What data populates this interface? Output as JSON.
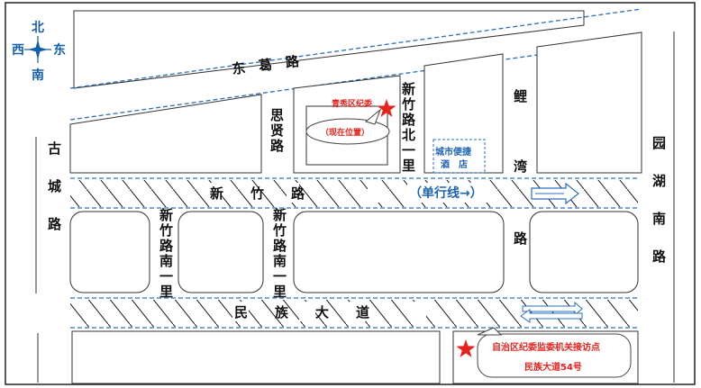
{
  "compass": {
    "north": "北",
    "south": "南",
    "west": "西",
    "east": "东"
  },
  "roads": {
    "donge": "东　葛　路",
    "sixian": "思贤路",
    "xinzhu_north": "新竹路北一里",
    "liwan": "鲤湾路",
    "gucheng": "古城路",
    "yuanhu_south": "园湖南路",
    "xinzhu": "新　　竹　　路",
    "one_way": "（单行线→）",
    "xinzhu_south_1": "新竹路南一里",
    "xinzhu_south_2": "新竹路南一里",
    "minzu": "民　　族　　大　　道"
  },
  "markers": {
    "qingxiu": {
      "name": "青秀区纪委",
      "current": "（现在位置）"
    },
    "hotel": "城市便捷酒店",
    "reception": {
      "name": "自治区纪委监委机关接访点",
      "address": "民族大道54号"
    }
  },
  "colors": {
    "accent_red": "#e8231d",
    "road_blue": "#1e63b0",
    "compass_blue": "#1560a8",
    "block_stroke": "#333333"
  },
  "icons": {
    "compass": "compass-star-icon",
    "star": "red-star-icon",
    "arrow": "one-way-arrow-icon",
    "double_arrow": "two-way-arrow-icon"
  }
}
